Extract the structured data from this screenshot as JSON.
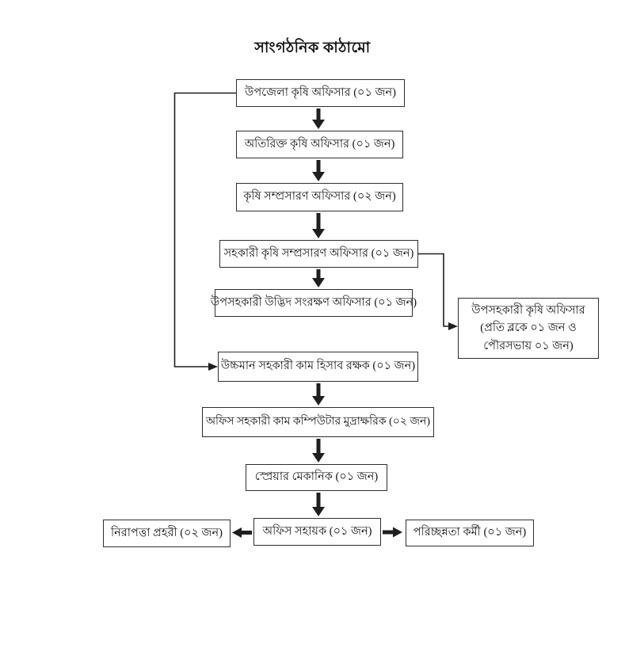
{
  "title": "সাংগঠনিক কাঠামো",
  "org_chart": {
    "main_chain": [
      {
        "label": "উপজেলা কৃষি অফিসার (০১ জন)"
      },
      {
        "label": "অতিরিক্ত কৃষি অফিসার (০১ জন)"
      },
      {
        "label": "কৃষি সম্প্রসারণ অফিসার (০২ জন)"
      },
      {
        "label": "সহকারী কৃষি সম্প্রসারণ অফিসার (০১ জন)"
      },
      {
        "label": "উপসহকারী উদ্ভিদ সংরক্ষণ অফিসার (০১ জন)"
      },
      {
        "label": "উচ্চমান সহকারী কাম হিসাব রক্ষক (০১ জন)"
      },
      {
        "label": "অফিস সহকারী কাম কম্পিউটার মুদ্রাক্ষরিক (০২ জন)"
      },
      {
        "label": "স্প্রেয়ার মেকানিক (০১ জন)"
      },
      {
        "label": "অফিস সহায়ক (০১ জন)"
      }
    ],
    "side_node": {
      "lines": [
        "উপসহকারী কৃষি অফিসার",
        "(প্রতি ব্লকে ০১ জন ও",
        "পৌরসভায় ০১ জন)"
      ]
    },
    "bottom_left_node": {
      "label": "নিরাপত্তা প্রহরী (০২ জন)"
    },
    "bottom_right_node": {
      "label": "পরিচ্ছন্নতা কর্মী (০১ জন)"
    },
    "edges": [
      {
        "from": "upazila-agriculture-officer",
        "to": "additional-agriculture-officer",
        "style": "thick-down-arrow"
      },
      {
        "from": "additional-agriculture-officer",
        "to": "agriculture-extension-officer",
        "style": "thick-down-arrow"
      },
      {
        "from": "agriculture-extension-officer",
        "to": "assistant-agriculture-extension-officer",
        "style": "thick-down-arrow"
      },
      {
        "from": "assistant-agriculture-extension-officer",
        "to": "sub-assistant-plant-protection-officer",
        "style": "thick-down-arrow"
      },
      {
        "from": "assistant-agriculture-extension-officer",
        "to": "sub-assistant-agriculture-officer",
        "style": "thin-elbow-arrow-right"
      },
      {
        "from": "upazila-agriculture-officer",
        "to": "head-assistant-cum-accountant",
        "style": "thin-elbow-arrow-left"
      },
      {
        "from": "head-assistant-cum-accountant",
        "to": "office-assistant-cum-computer-typist",
        "style": "thick-down-arrow"
      },
      {
        "from": "office-assistant-cum-computer-typist",
        "to": "sprayer-mechanic",
        "style": "thick-down-arrow"
      },
      {
        "from": "sprayer-mechanic",
        "to": "office-helper",
        "style": "thick-down-arrow"
      },
      {
        "from": "office-helper",
        "to": "security-guard",
        "style": "thick-left-arrow"
      },
      {
        "from": "office-helper",
        "to": "cleaner",
        "style": "thick-right-arrow"
      }
    ],
    "colors": {
      "line": "#1f1f1f",
      "box_border": "#2e2e2e",
      "text": "#141414",
      "background": "#ffffff"
    }
  }
}
